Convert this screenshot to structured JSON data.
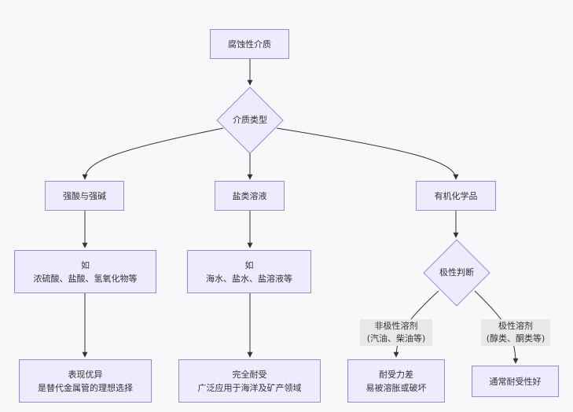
{
  "diagram": {
    "nodes": {
      "root": "腐蚀性介质",
      "type_decision": "介质类型",
      "acid": "强酸与强碱",
      "salt": "盐类溶液",
      "organic": "有机化学品",
      "acid_example": {
        "line1": "如",
        "line2": "浓硫酸、盐酸、氢氧化物等"
      },
      "salt_example": {
        "line1": "如",
        "line2": "海水、盐水、盐溶液等"
      },
      "polarity_decision": "极性判断",
      "acid_result": {
        "line1": "表现优异",
        "line2": "是替代金属管的理想选择"
      },
      "salt_result": {
        "line1": "完全耐受",
        "line2": "广泛应用于海洋及矿产领域"
      },
      "nonpolar_result": {
        "line1": "耐受力差",
        "line2": "易被溶胀或破坏"
      },
      "polar_result": "通常耐受性好"
    },
    "edge_labels": {
      "nonpolar": {
        "line1": "非极性溶剂",
        "line2": "(汽油、柴油等)"
      },
      "polar": {
        "line1": "极性溶剂",
        "line2": "(醇类、酮类等)"
      }
    },
    "colors": {
      "node_fill": "#ececfe",
      "node_border": "#9a8ad6",
      "edge": "#333333",
      "label_bg": "#e8e8e8"
    }
  }
}
